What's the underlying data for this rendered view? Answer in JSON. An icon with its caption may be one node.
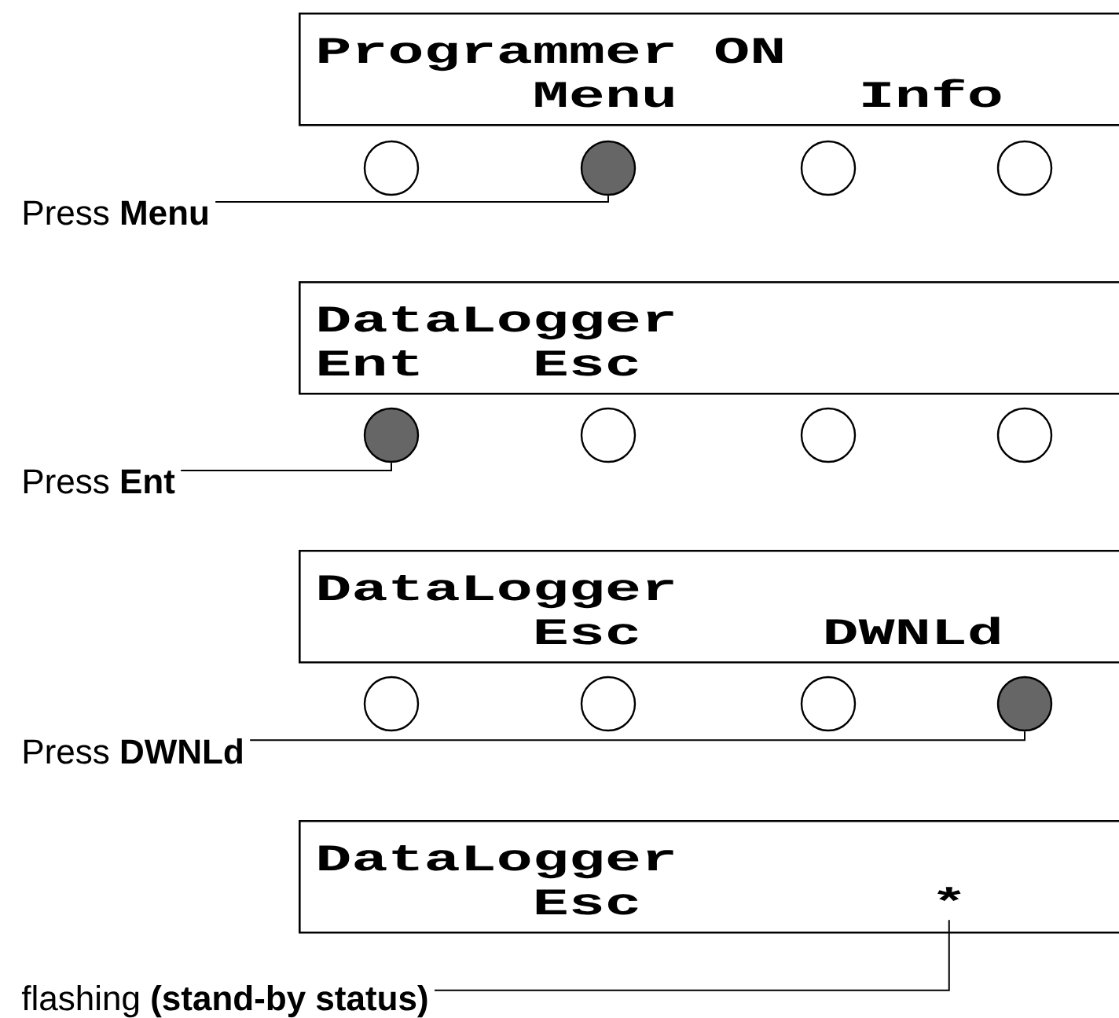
{
  "diagram": {
    "nodes": [
      {
        "text": [
          "Programmer ON",
          "Menu",
          "Info"
        ]
      },
      {
        "text": [],
        "shape": "circle"
      },
      {
        "text": [],
        "shape": "circle"
      },
      {
        "text": [],
        "shape": "circle"
      },
      {
        "text": [],
        "shape": "circle"
      },
      {
        "text": [
          "Press **Menu**"
        ]
      },
      {
        "text": [
          "DataLogger",
          "Ent",
          "Esc"
        ]
      },
      {
        "text": [],
        "shape": "circle"
      },
      {
        "text": [],
        "shape": "circle"
      },
      {
        "text": [],
        "shape": "circle"
      },
      {
        "text": [],
        "shape": "circle"
      },
      {
        "text": [
          "Press **Ent**"
        ]
      },
      {
        "text": [
          "DataLogger",
          "Esc",
          "DWNLd"
        ]
      },
      {
        "text": [],
        "shape": "circle"
      },
      {
        "text": [],
        "shape": "circle"
      },
      {
        "text": [],
        "shape": "circle"
      },
      {
        "text": [],
        "shape": "circle"
      },
      {
        "text": [
          "Press **DWNLd**"
        ]
      },
      {
        "text": [
          "DataLogger",
          "Esc"
        ]
      },
      {
        "text": [
          "*"
        ],
        "in": 18
      },
      {
        "text": [
          "flashing **(stand-by status)**"
        ]
      }
    ],
    "edges": [
      {
        "from": 5,
        "to": 2,
        "arrow": "none"
      },
      {
        "from": 11,
        "to": 7,
        "arrow": "none"
      },
      {
        "from": 17,
        "to": 16,
        "arrow": "none"
      },
      {
        "from": 20,
        "to": 19,
        "arrow": "none"
      }
    ]
  }
}
